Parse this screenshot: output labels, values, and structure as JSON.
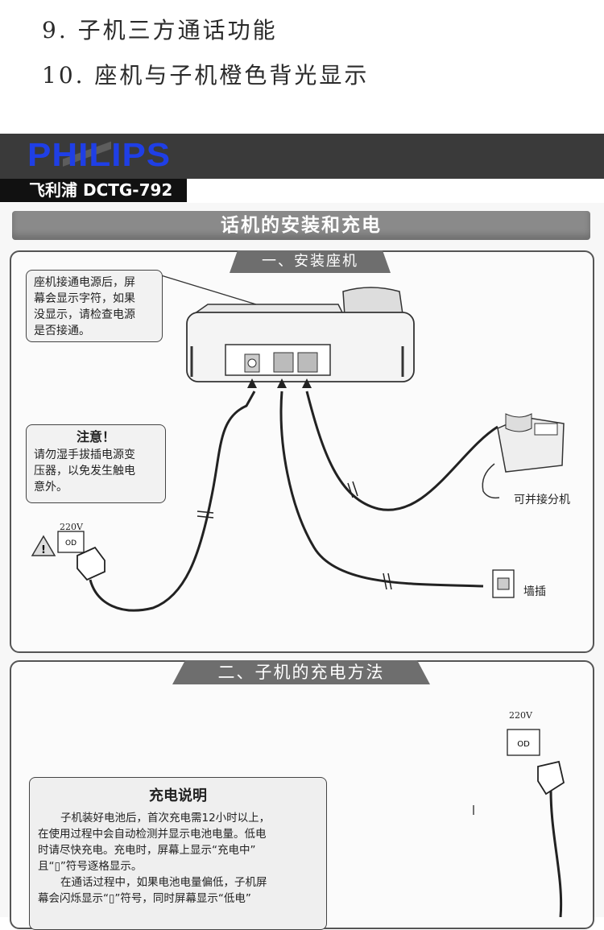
{
  "features": [
    {
      "label": "9. 子机三方通话功能"
    },
    {
      "label": "10. 座机与子机橙色背光显示"
    }
  ],
  "banner": {
    "brand": "PHILIPS",
    "model": "飞利浦 DCTG-792",
    "brand_color": "#1f3fe6"
  },
  "page": {
    "title": "话机的安装和充电"
  },
  "section1": {
    "tab": "一、安装座机",
    "note_power": [
      "座机接通电源后，屏",
      "幕会显示字符，如果",
      "没显示，请检查电源",
      "是否接通。"
    ],
    "warning_title": "注意！",
    "warning_lines": [
      "请勿湿手拔插电源变",
      "压器，以免发生触电",
      "意外。"
    ],
    "voltage": "220V",
    "extension_label": "可并接分机",
    "wall_label": "墙插"
  },
  "section2": {
    "tab": "二、子机的充电方法",
    "voltage": "220V",
    "charge_title": "充电说明",
    "charge_lines": [
      "子机装好电池后，首次充电需12小时以上，",
      "在使用过程中会自动检测并显示电池电量。低电",
      "时请尽快充电。充电时，屏幕上显示“充电中”",
      "且“▯”符号逐格显示。",
      "在通话过程中，如果电池电量偏低，子机屏",
      "幕会闪烁显示“▯”符号，同时屏幕显示“低电”"
    ]
  }
}
